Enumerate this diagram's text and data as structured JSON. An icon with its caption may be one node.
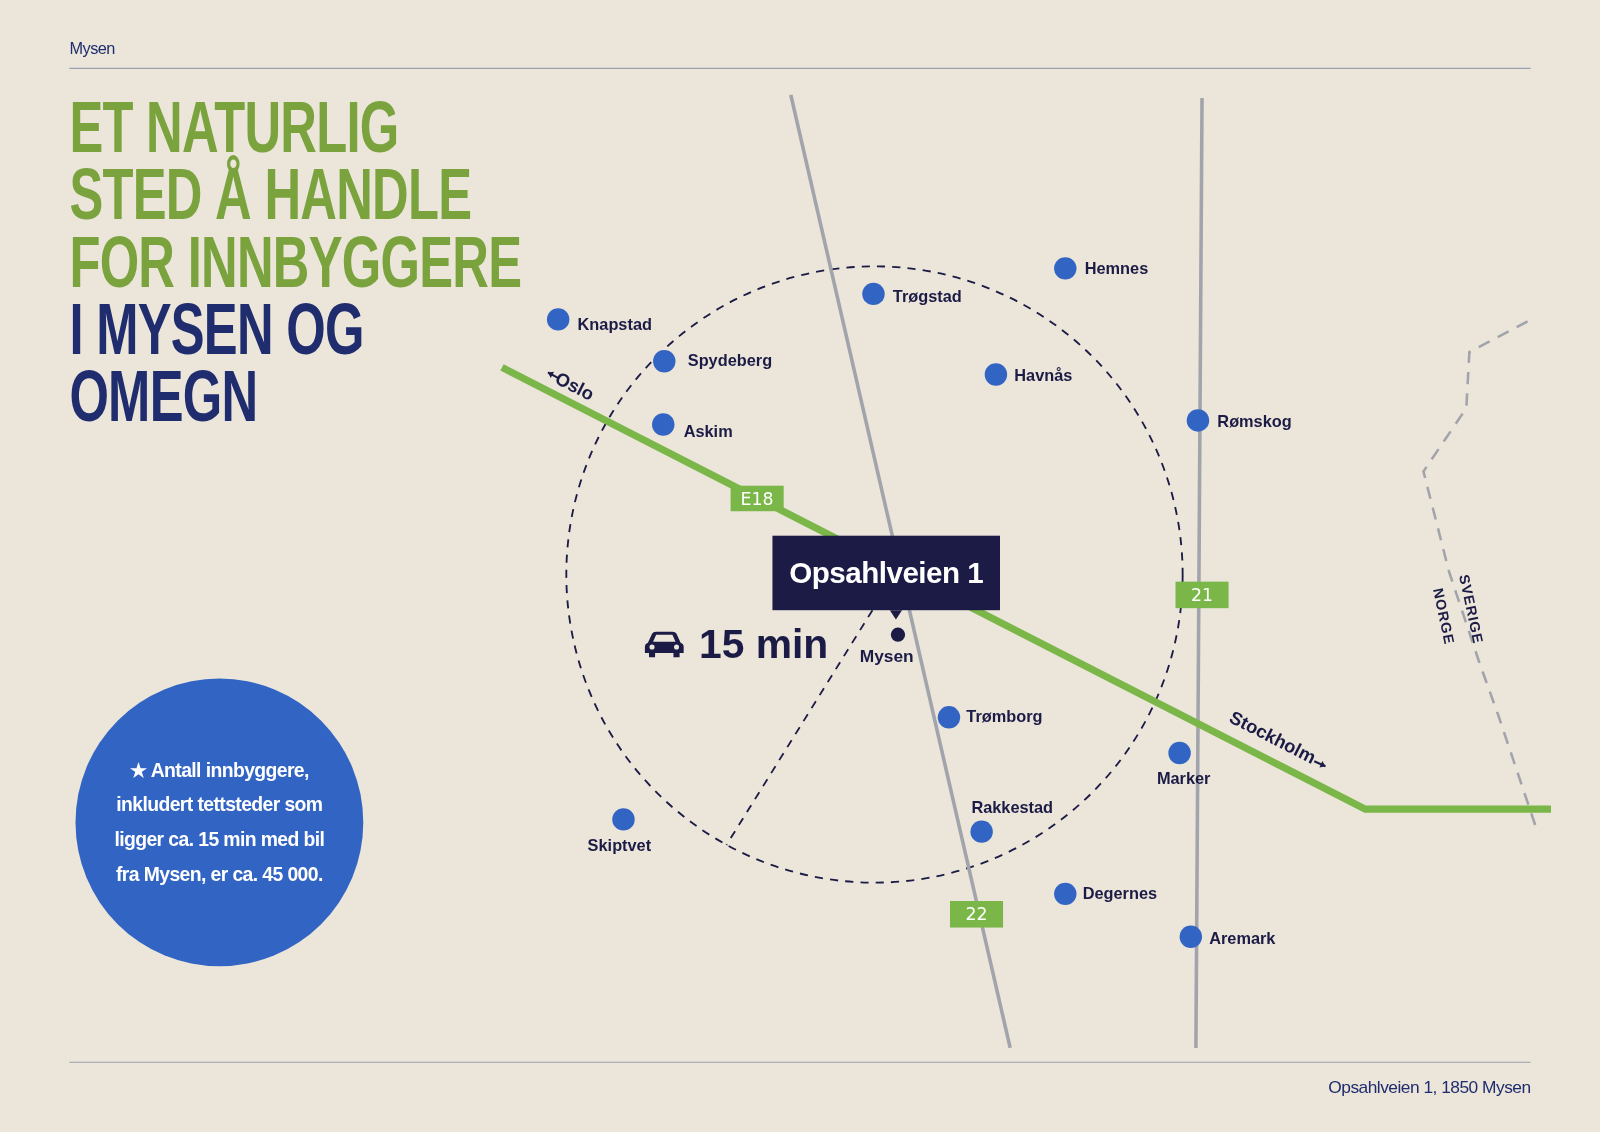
{
  "diagram": {
    "title": "ET NATURLIG STED Å HANDLE FOR INNBYGGERE I MYSEN OG OMEGN",
    "nodes": [
      {
        "text": [
          "Opsahlveien 1"
        ]
      },
      {
        "text": [
          "E18"
        ]
      },
      {
        "text": [
          "21"
        ]
      },
      {
        "text": [
          "22"
        ]
      },
      {
        "text": [
          "★ Antall innbyggere, inkludert tettsteder som ligger ca. 15 min med bil fra Mysen, er ca. 45 000."
        ]
      }
    ],
    "labels": [
      "Mysen",
      "Hemnes",
      "Trøgstad",
      "Knapstad",
      "Spydeberg",
      "Havnås",
      "Oslo",
      "Rømskog",
      "Askim",
      "SVERIGE",
      "NORGE",
      "15 min",
      "Mysen",
      "Trømborg",
      "Stockholm",
      "Marker",
      "Rakkestad",
      "Skiptvet",
      "Degernes",
      "Aremark",
      "Opsahlveien 1, 1850 Mysen"
    ]
  }
}
